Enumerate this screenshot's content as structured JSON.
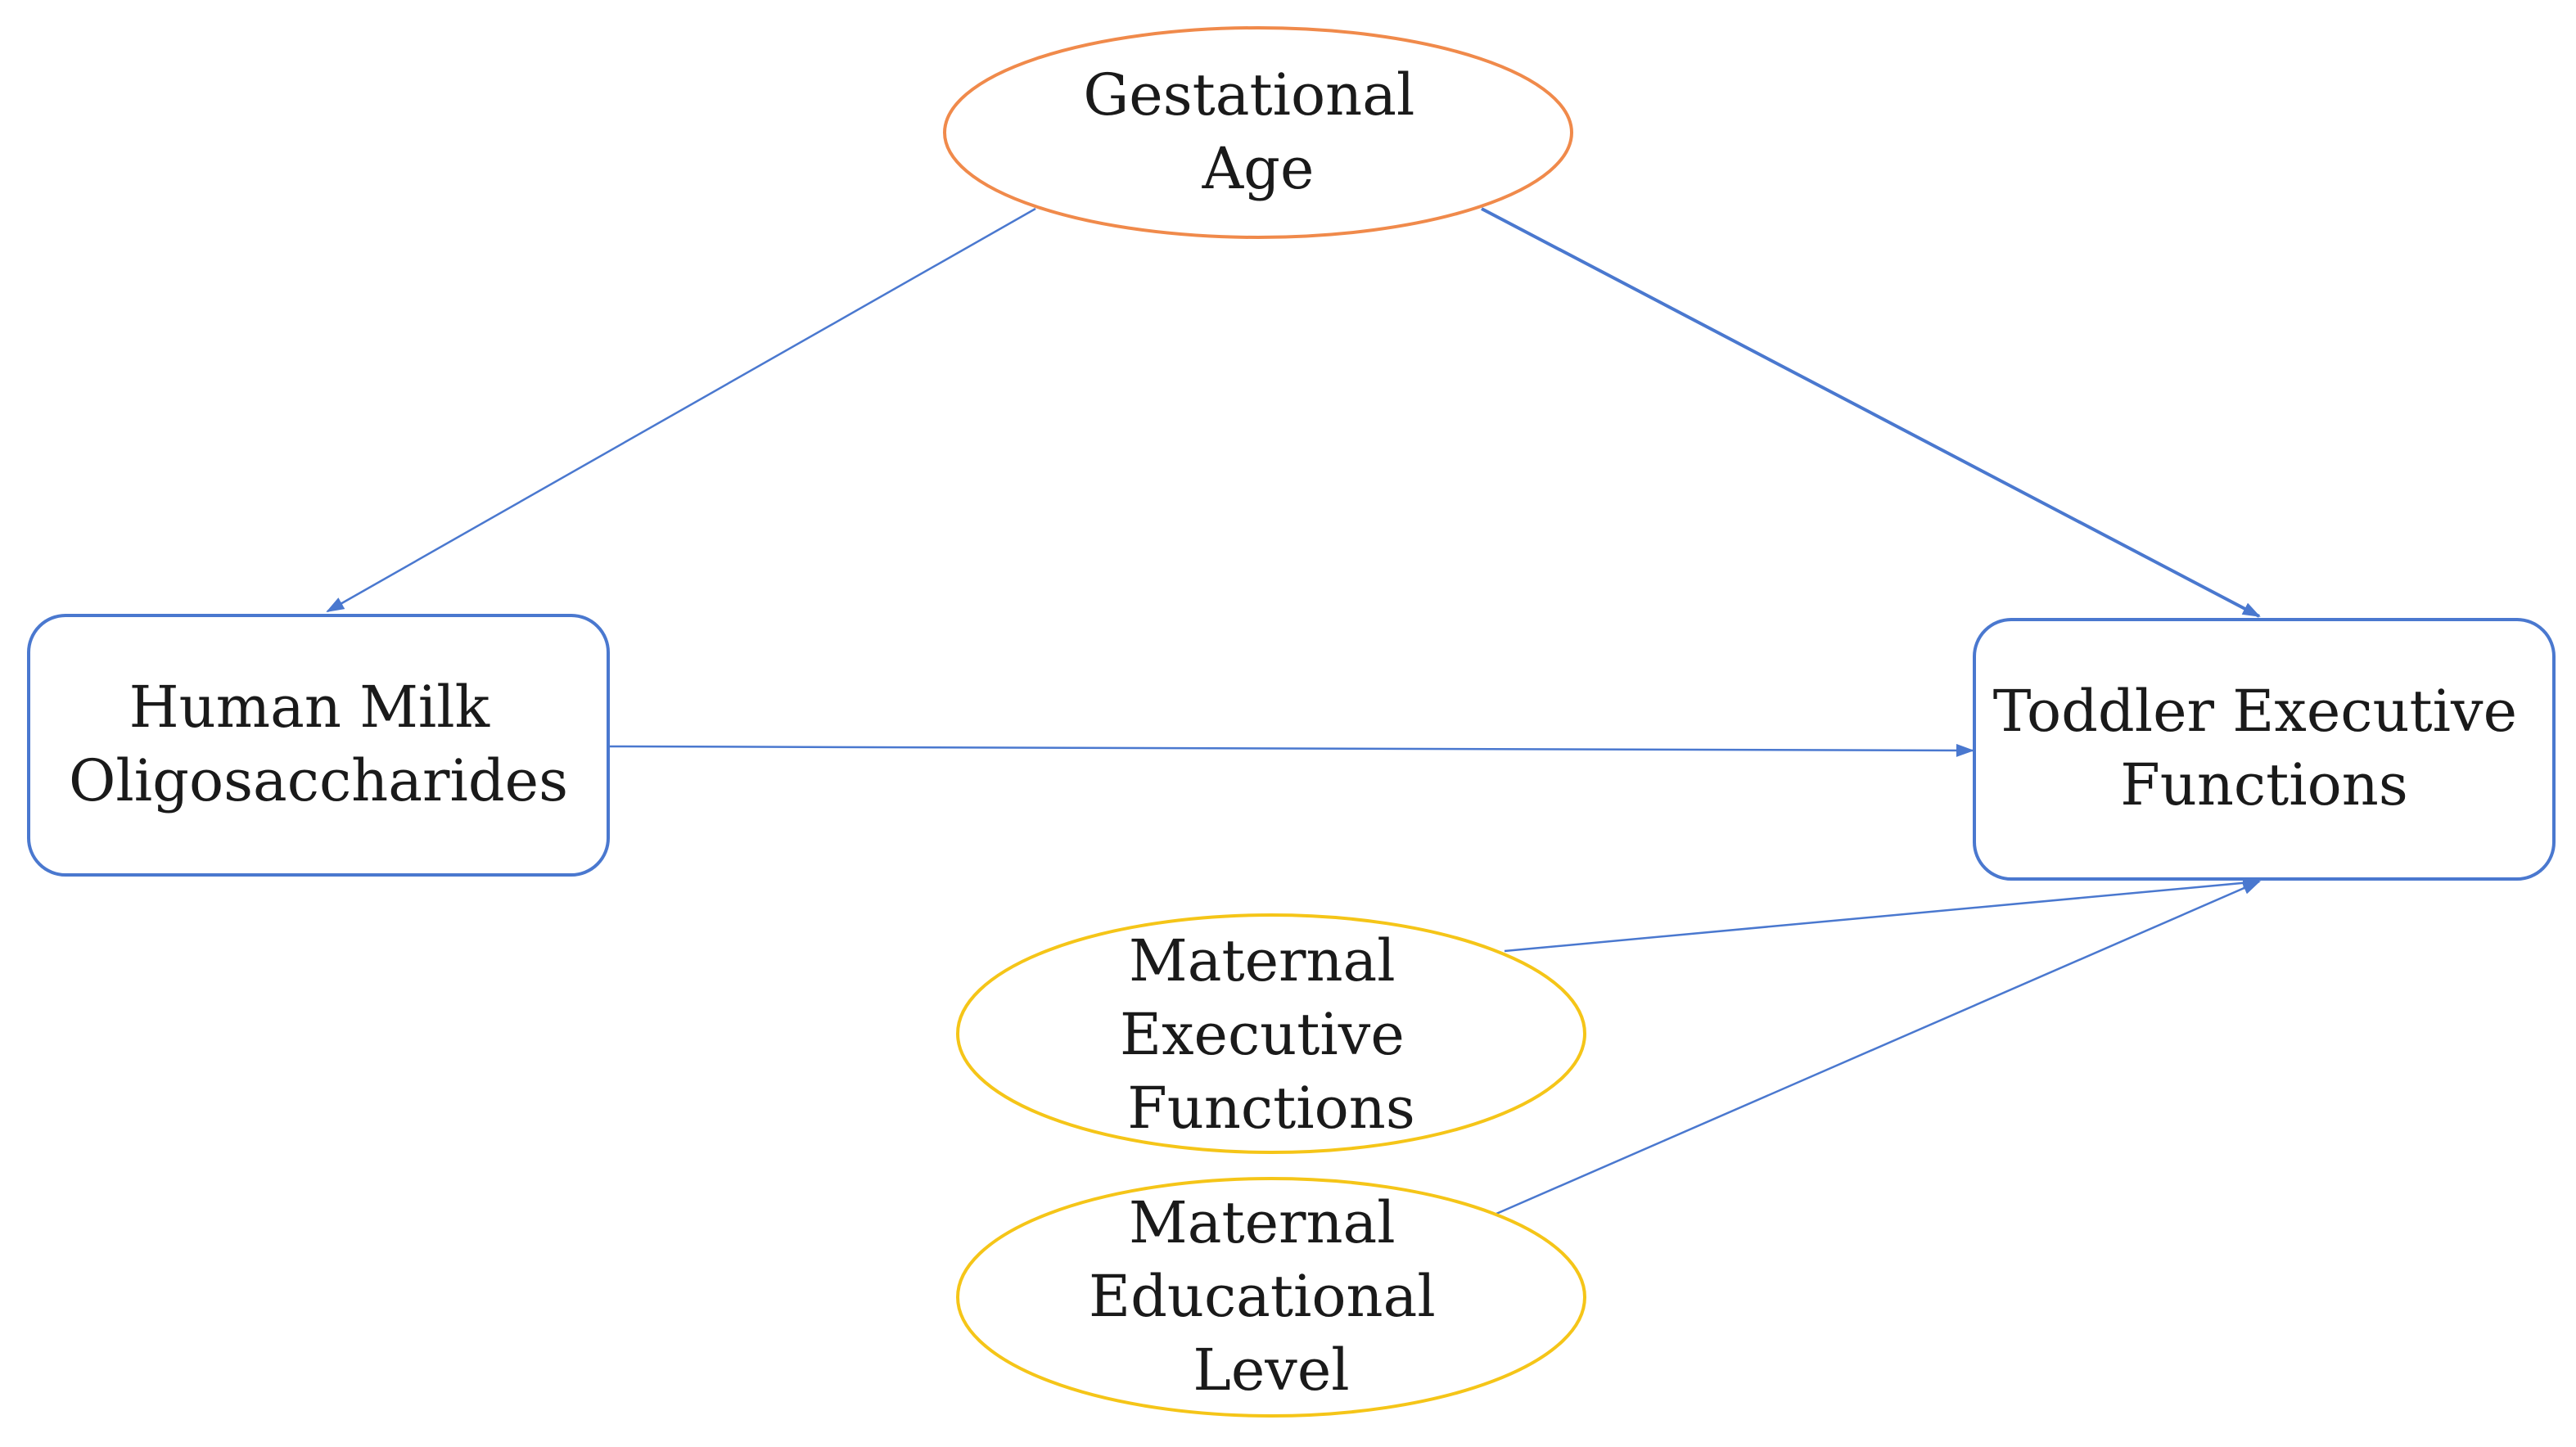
{
  "colors": {
    "edge": "#4a78cf",
    "box_border": "#4a78cf",
    "gestational_border": "#f08a4b",
    "maternal_border": "#f5c518",
    "text": "#1a1a1a"
  },
  "nodes": {
    "gestational_age": {
      "lines": [
        "Gestational",
        "Age"
      ]
    },
    "human_milk_oligosaccharides": {
      "lines": [
        "Human Milk",
        "Oligosaccharides"
      ]
    },
    "toddler_executive_functions": {
      "lines": [
        "Toddler Executive",
        "Functions"
      ]
    },
    "maternal_executive_functions": {
      "lines": [
        "Maternal",
        "Executive",
        "Functions"
      ]
    },
    "maternal_educational_level": {
      "lines": [
        "Maternal",
        "Educational",
        "Level"
      ]
    }
  },
  "edges": [
    {
      "from": "gestational_age",
      "to": "human_milk_oligosaccharides"
    },
    {
      "from": "gestational_age",
      "to": "toddler_executive_functions"
    },
    {
      "from": "human_milk_oligosaccharides",
      "to": "toddler_executive_functions"
    },
    {
      "from": "maternal_executive_functions",
      "to": "toddler_executive_functions"
    },
    {
      "from": "maternal_educational_level",
      "to": "toddler_executive_functions"
    }
  ]
}
